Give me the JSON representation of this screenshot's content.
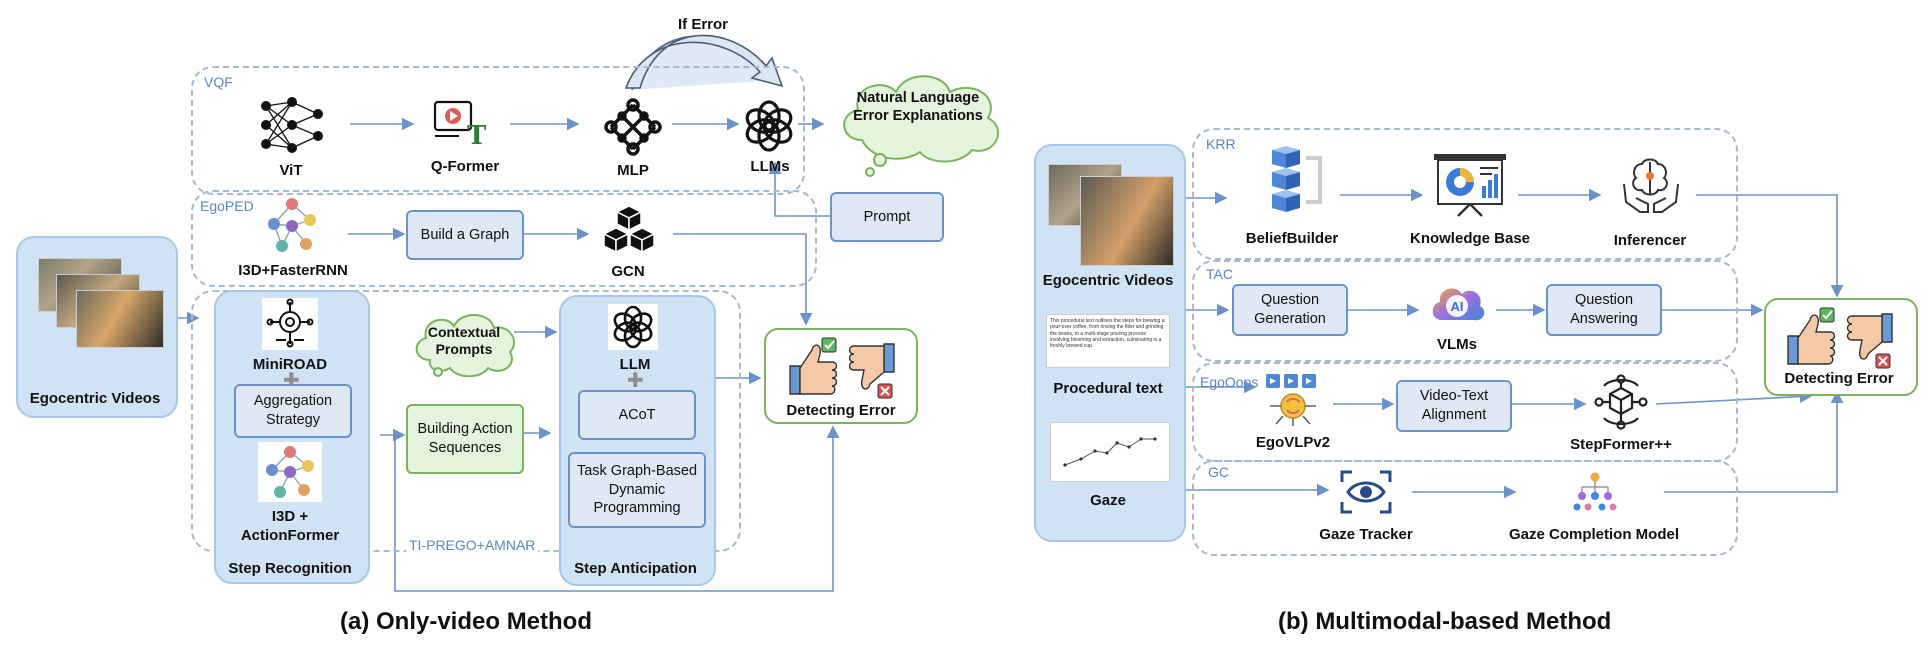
{
  "left": {
    "vqf": {
      "tag": "VQF",
      "vit": "ViT",
      "qformer": "Q-Former",
      "mlp": "MLP",
      "llms": "LLMs"
    },
    "if_error": "If Error",
    "explanation": "Natural Language Error Explanations",
    "prompt": "Prompt",
    "egoped": {
      "tag": "EgoPED",
      "i3d": "I3D+FasterRNN",
      "build_graph": "Build a Graph",
      "gcn": "GCN"
    },
    "input_label": "Egocentric Videos",
    "step_recognition": {
      "miniroad": "MiniROAD",
      "aggregation": "Aggregation Strategy",
      "i3d_af": "I3D + ActionFormer",
      "title": "Step Recognition"
    },
    "contextual_prompts": "Contextual Prompts",
    "building_action": "Building Action Sequences",
    "step_anticipation": {
      "llm": "LLM",
      "acot": "ACoT",
      "task_graph": "Task Graph-Based Dynamic Programming",
      "title": "Step Anticipation"
    },
    "tiprego_tag": "TI-PREGO+AMNAR",
    "detecting": "Detecting Error",
    "title": "(a) Only-video Method"
  },
  "right": {
    "videos_label": "Egocentric Videos",
    "procedural_snippet": "This procedural text outlines the steps for brewing a pour-over coffee, from rinsing the filter and grinding the beans, to a multi-stage pouring process involving blooming and extraction, culminating in a freshly brewed cup.",
    "procedural_label": "Procedural text",
    "gaze_label": "Gaze",
    "krr": {
      "tag": "KRR",
      "belief": "BeliefBuilder",
      "kb": "Knowledge Base",
      "inferencer": "Inferencer"
    },
    "tac": {
      "tag": "TAC",
      "qgen": "Question Generation",
      "vlms": "VLMs",
      "qans": "Question Answering",
      "ai_badge": "AI"
    },
    "egooops": {
      "tag": "EgoOops",
      "egovlp": "EgoVLPv2",
      "vta": "Video-Text Alignment",
      "stepformer": "StepFormer++"
    },
    "gc": {
      "tag": "GC",
      "tracker": "Gaze Tracker",
      "completion": "Gaze Completion Model"
    },
    "detecting": "Detecting Error",
    "title": "(b) Multimodal-based Method"
  },
  "colors": {
    "line": "#6b93c8",
    "box_fill": "#dfe9f6",
    "green_fill": "#e5f4dc",
    "green_border": "#79b35d",
    "panel": "#d0e3f4"
  }
}
